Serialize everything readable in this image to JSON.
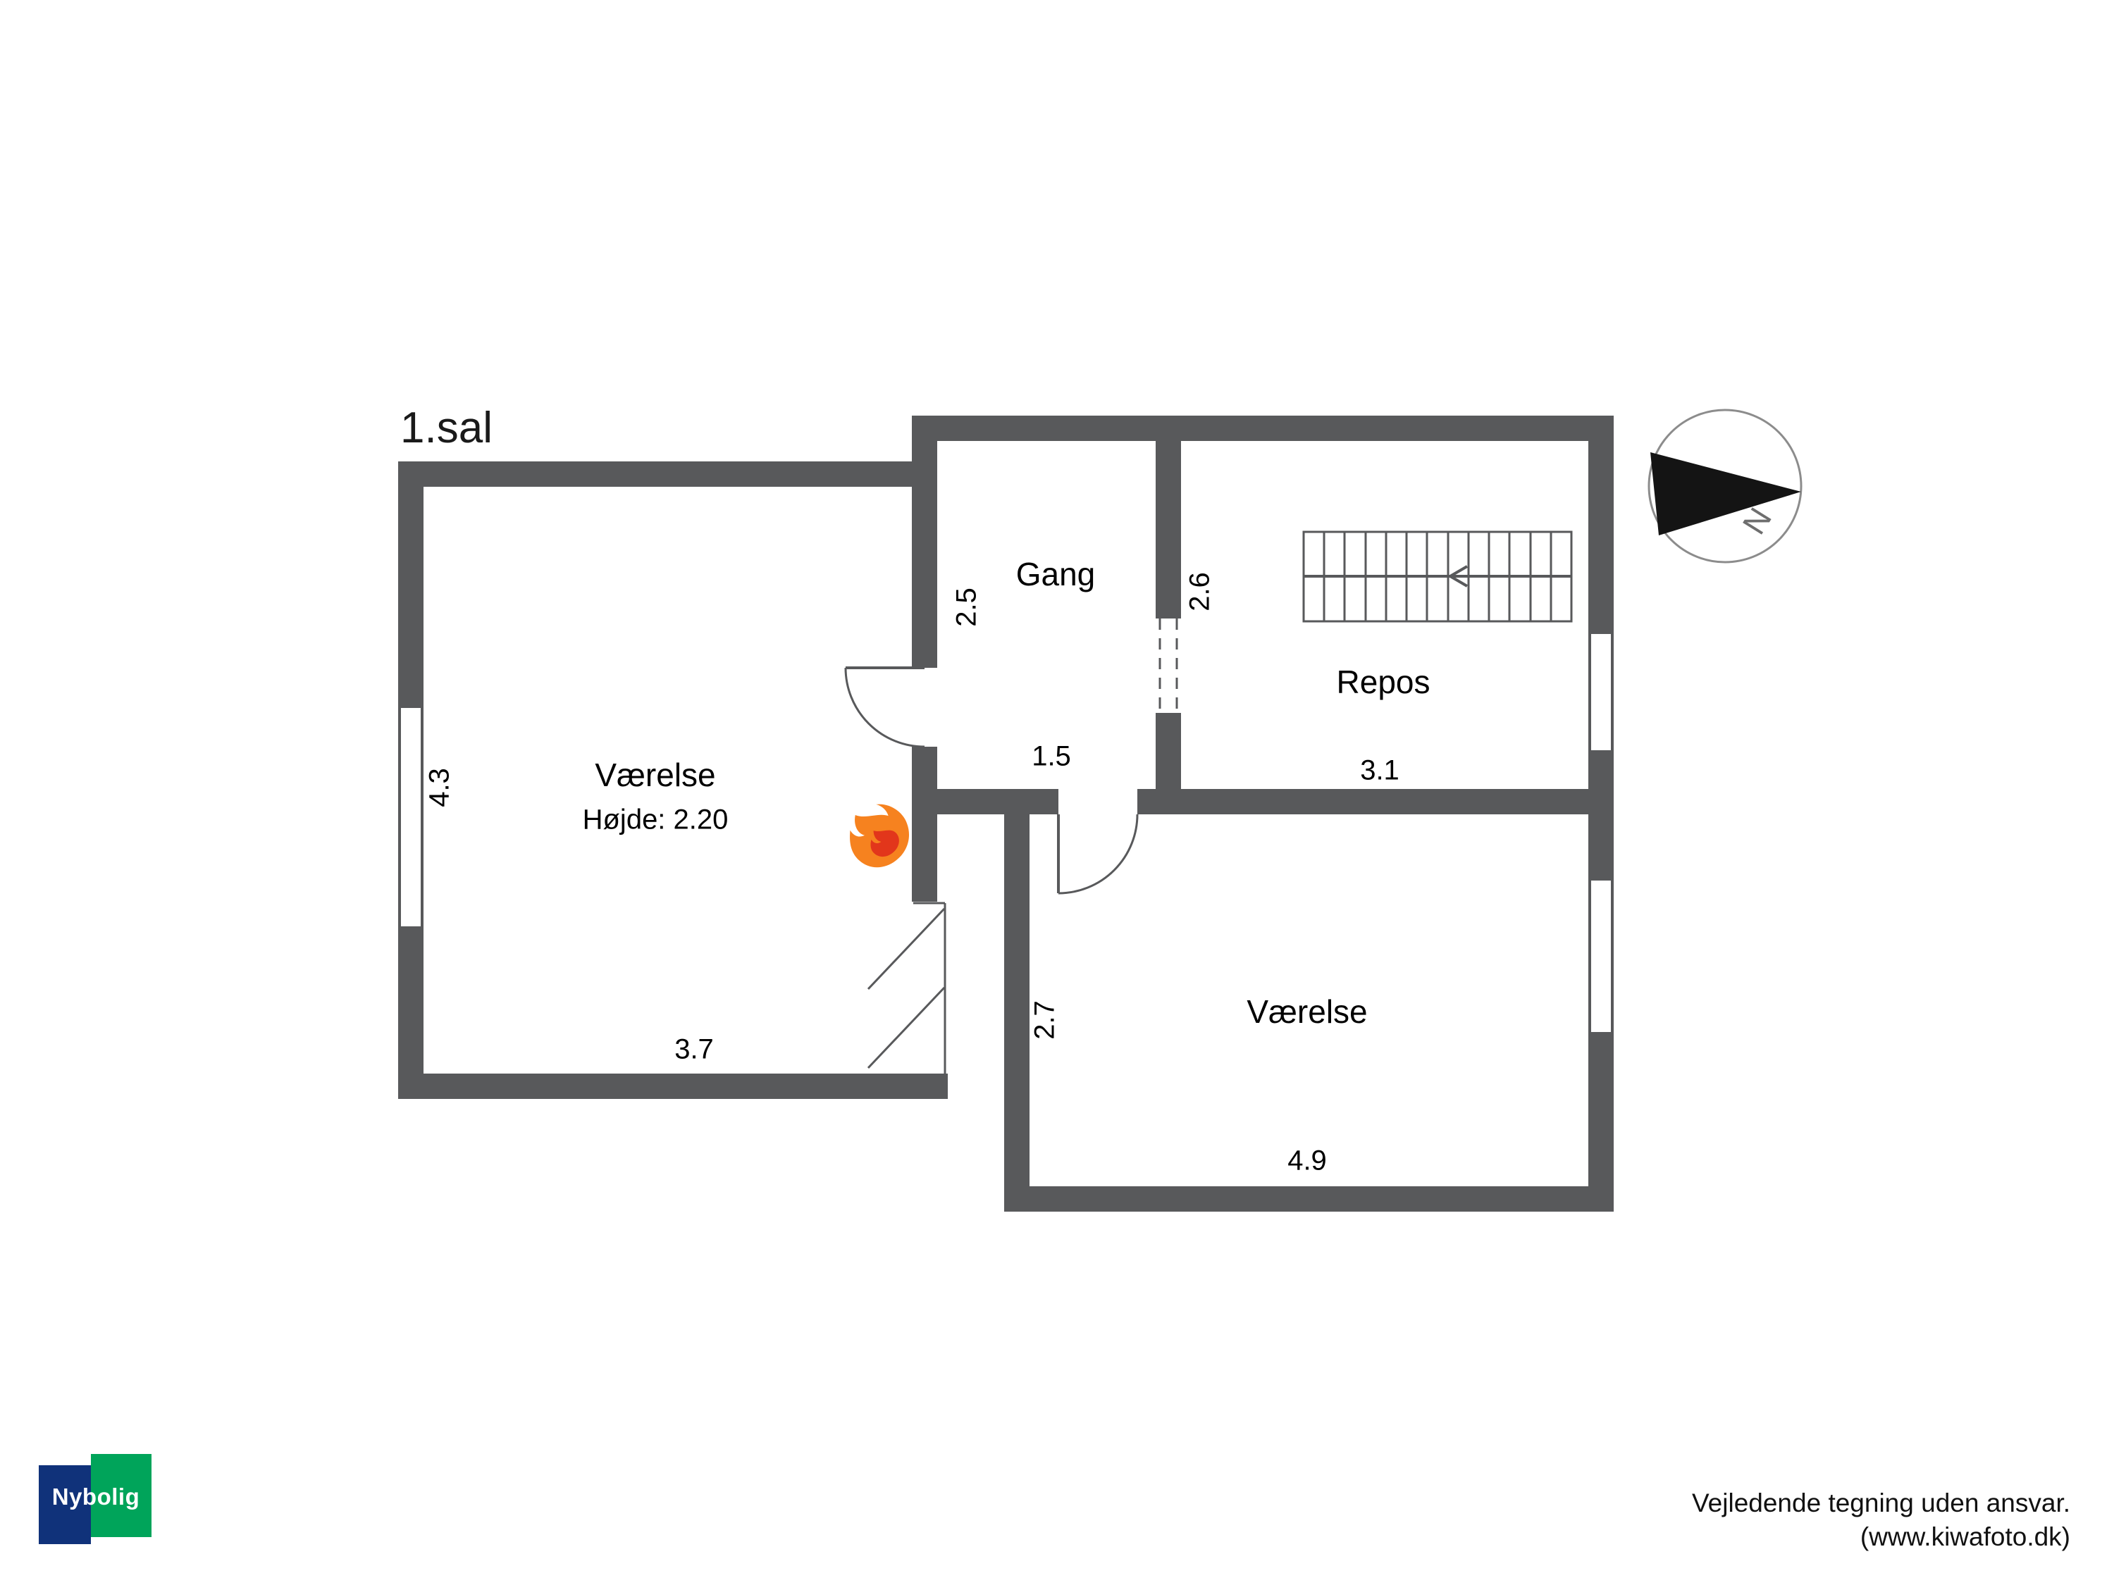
{
  "page": {
    "floor_label": "1.sal",
    "disclaimer_line1": "Vejledende tegning uden ansvar.",
    "disclaimer_line2": "(www.kiwafoto.dk)",
    "brand": "Nybolig",
    "compass_label": "N"
  },
  "rooms": [
    {
      "label": "Værelse",
      "note": "Højde: 2.20",
      "width": "3.7",
      "depth": "4.3"
    },
    {
      "label": "Gang",
      "width": "1.5",
      "depth": "2.5"
    },
    {
      "label": "Repos",
      "width": "3.1",
      "depth": "2.6"
    },
    {
      "label": "Værelse",
      "width": "4.9",
      "depth": "2.7"
    }
  ],
  "symbols": [
    "north-arrow-compass",
    "fireplace-flame",
    "staircase",
    "door-swing",
    "window",
    "dashed-opening",
    "slope-marks"
  ],
  "colors": {
    "wall": "#58595b",
    "flame_outer": "#f6821f",
    "flame_inner": "#e2361b",
    "brand_blue": "#10327a",
    "brand_green": "#00a45a",
    "background": "#ffffff"
  }
}
